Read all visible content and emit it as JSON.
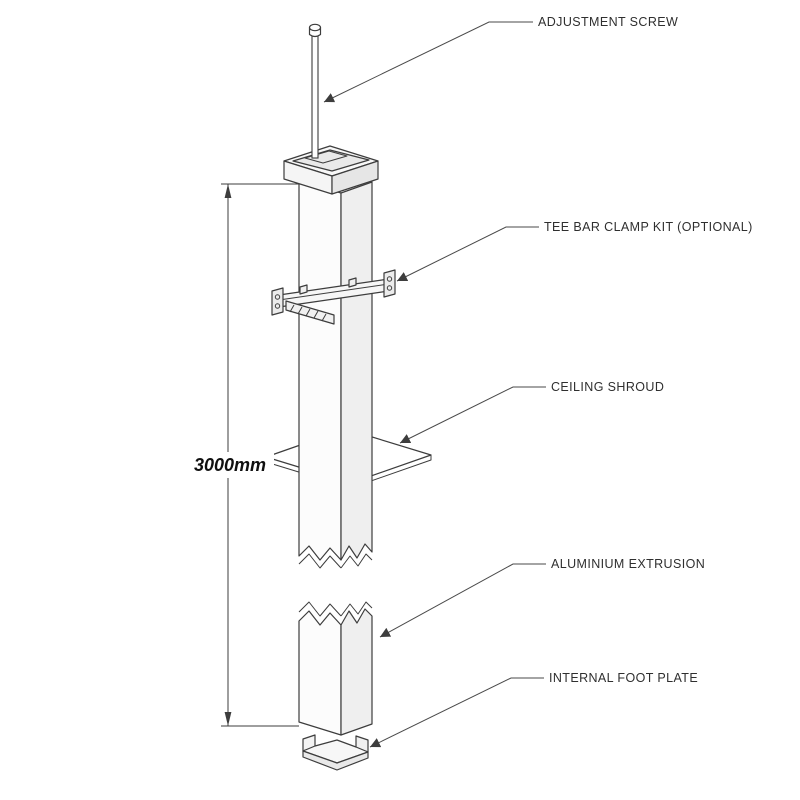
{
  "diagram": {
    "dimension_label": "3000mm",
    "callouts": [
      {
        "id": "adjustment-screw",
        "label": "ADJUSTMENT SCREW"
      },
      {
        "id": "tee-bar-clamp",
        "label": "TEE BAR CLAMP KIT (OPTIONAL)"
      },
      {
        "id": "ceiling-shroud",
        "label": "CEILING SHROUD"
      },
      {
        "id": "aluminium-extrusion",
        "label": "ALUMINIUM EXTRUSION"
      },
      {
        "id": "internal-foot-plate",
        "label": "INTERNAL FOOT PLATE"
      }
    ],
    "colors": {
      "line": "#3d3d3d",
      "leader": "#4a4a4a",
      "face_light": "#fcfcfc",
      "face_shade": "#efefef",
      "text": "#2f2f2f"
    }
  }
}
